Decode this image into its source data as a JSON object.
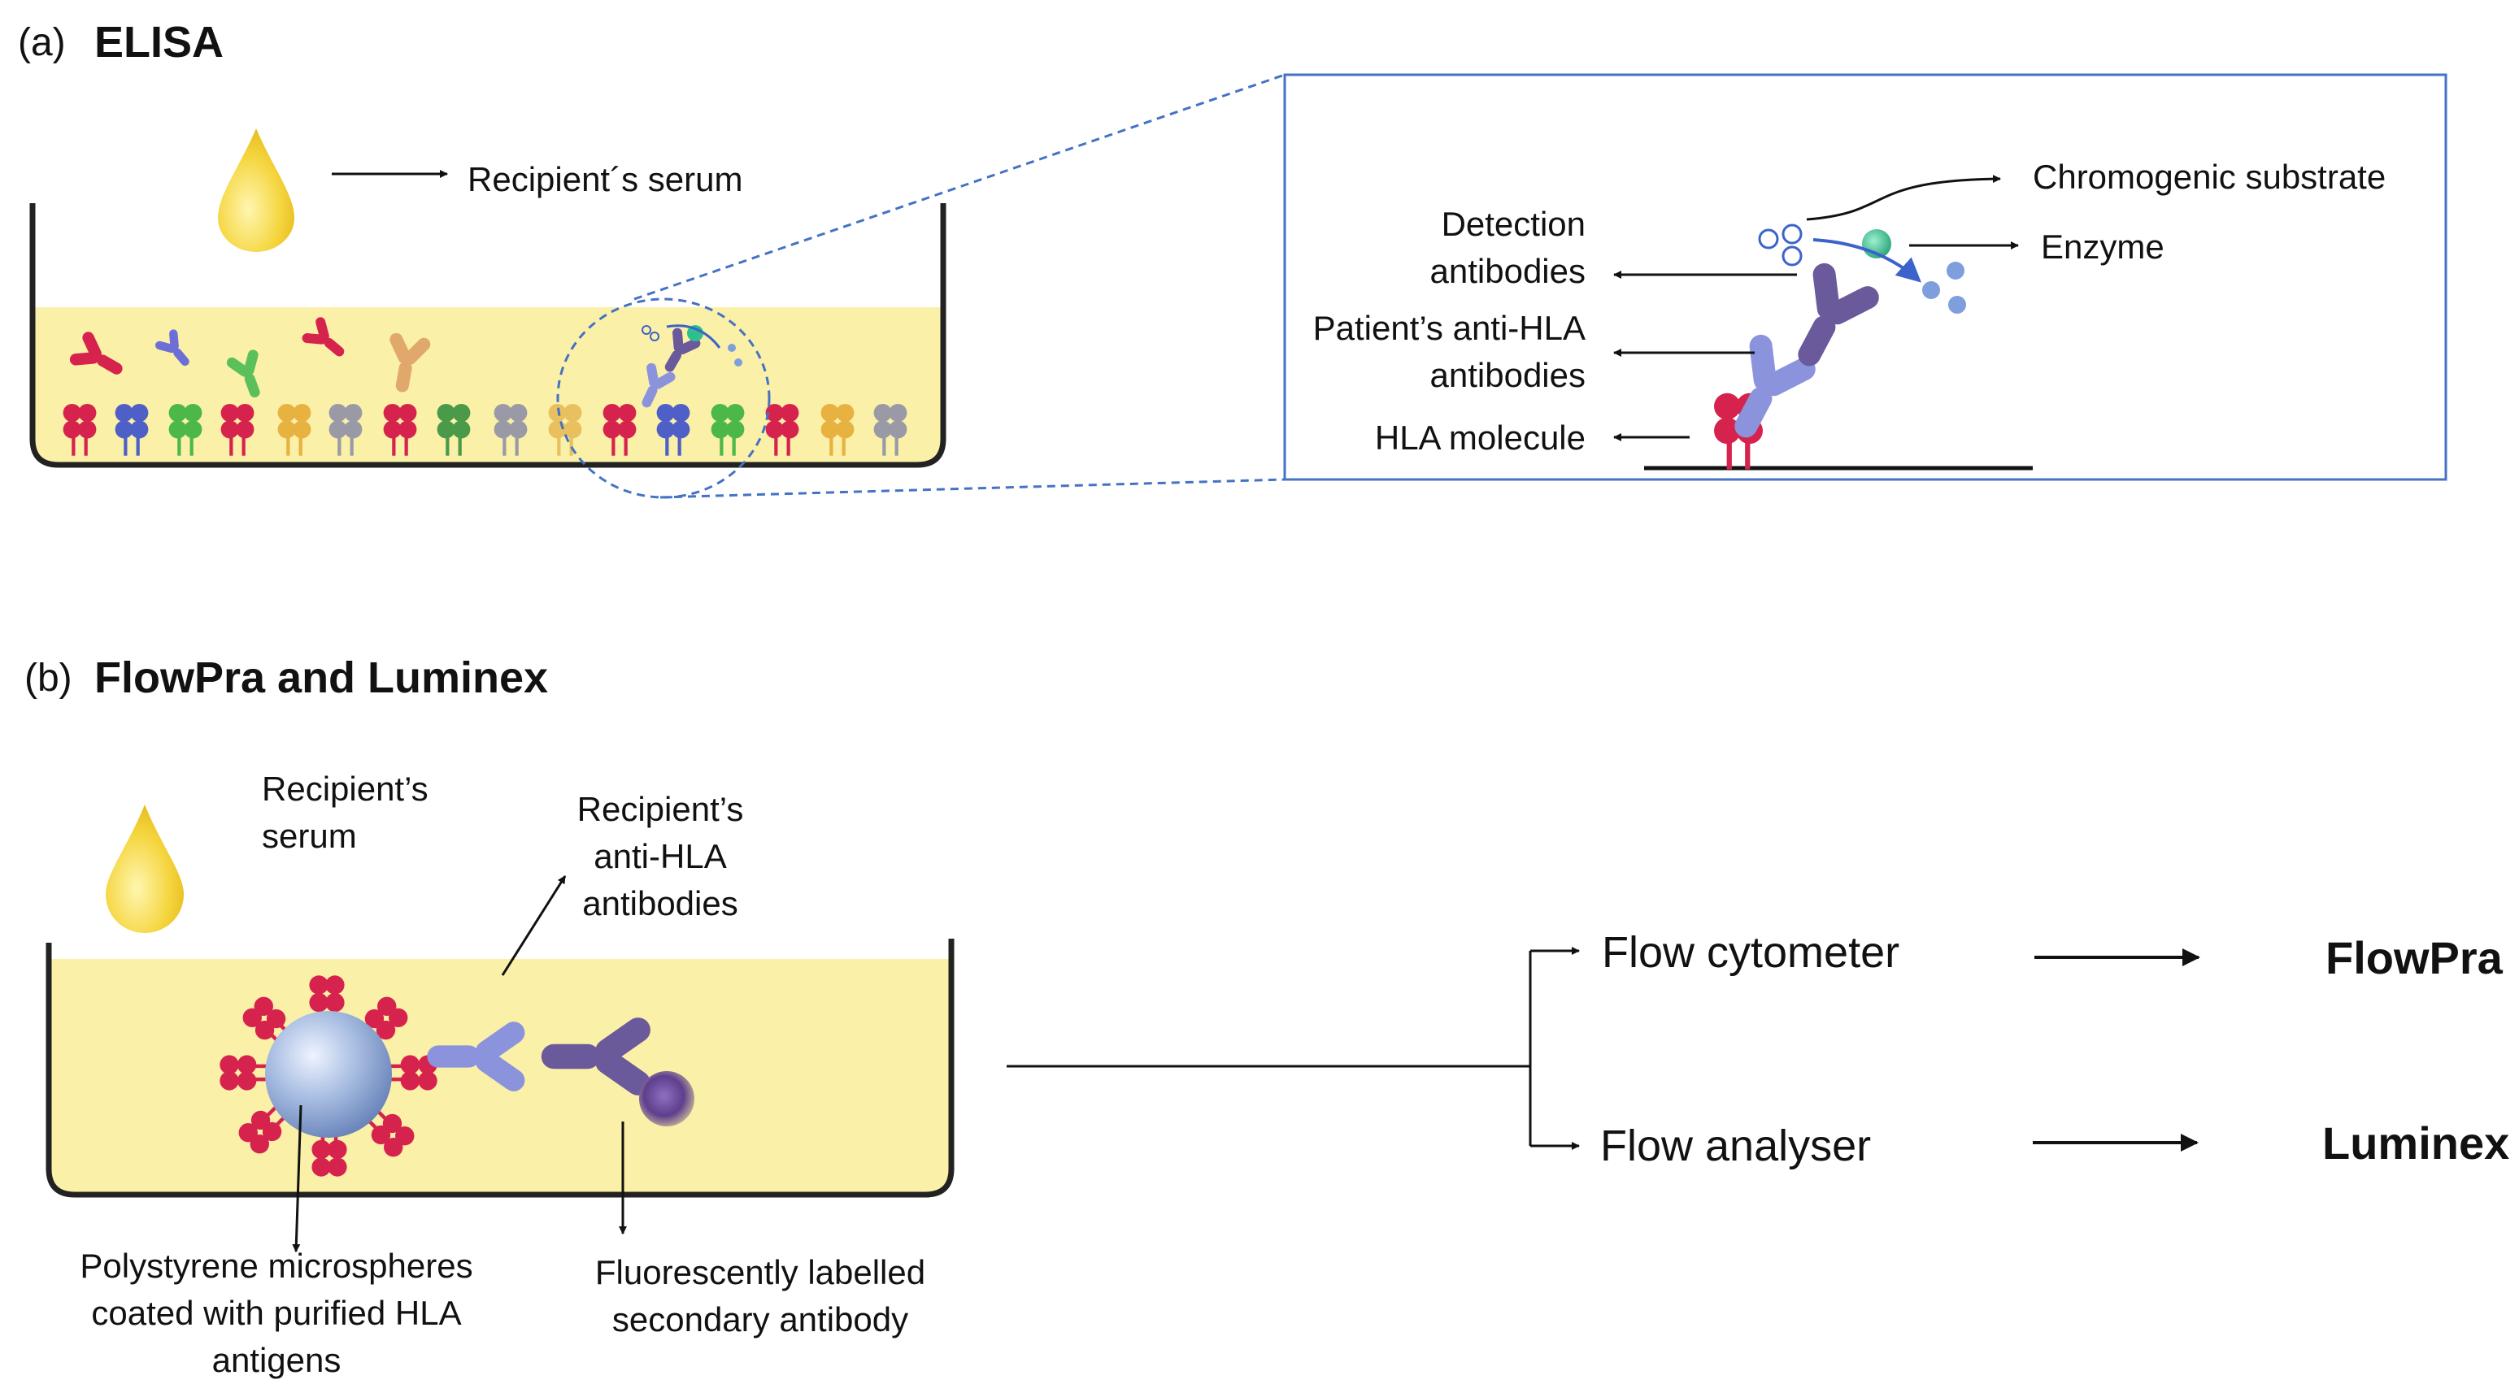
{
  "panel_a": {
    "tag": "(a)",
    "title": "ELISA",
    "serum_label": "Recipient´s serum",
    "zoom": {
      "chromogenic": "Chromogenic substrate",
      "enzyme": "Enzyme",
      "detection_1": "Detection",
      "detection_2": "antibodies",
      "patient_1": "Patient’s anti-HLA",
      "patient_2": "antibodies",
      "hla": "HLA molecule"
    }
  },
  "panel_b": {
    "tag": "(b)",
    "title": "FlowPra  and Luminex",
    "serum_1": "Recipient’s",
    "serum_2": "serum",
    "recip_ab_1": "Recipient’s",
    "recip_ab_2": "anti-HLA",
    "recip_ab_3": "antibodies",
    "poly_1": "Polystyrene microspheres",
    "poly_2": "coated with purified HLA",
    "poly_3": "antigens",
    "fluor_1": "Fluorescently labelled",
    "fluor_2": "secondary antibody",
    "flow_cytometer": "Flow cytometer",
    "flow_analyser": "Flow analyser",
    "result_top": "FlowPra",
    "result_bottom": "Luminex"
  },
  "colors": {
    "well_fill": "#fbf0a8",
    "zoom_border": "#4472c4",
    "drop": "#f3d43a",
    "hla_red": "#d6234e",
    "ab_light": "#8b93dd",
    "ab_dark": "#6a5a9c",
    "enzyme": "#2fbf8f",
    "bead": "#9bb2d8"
  }
}
